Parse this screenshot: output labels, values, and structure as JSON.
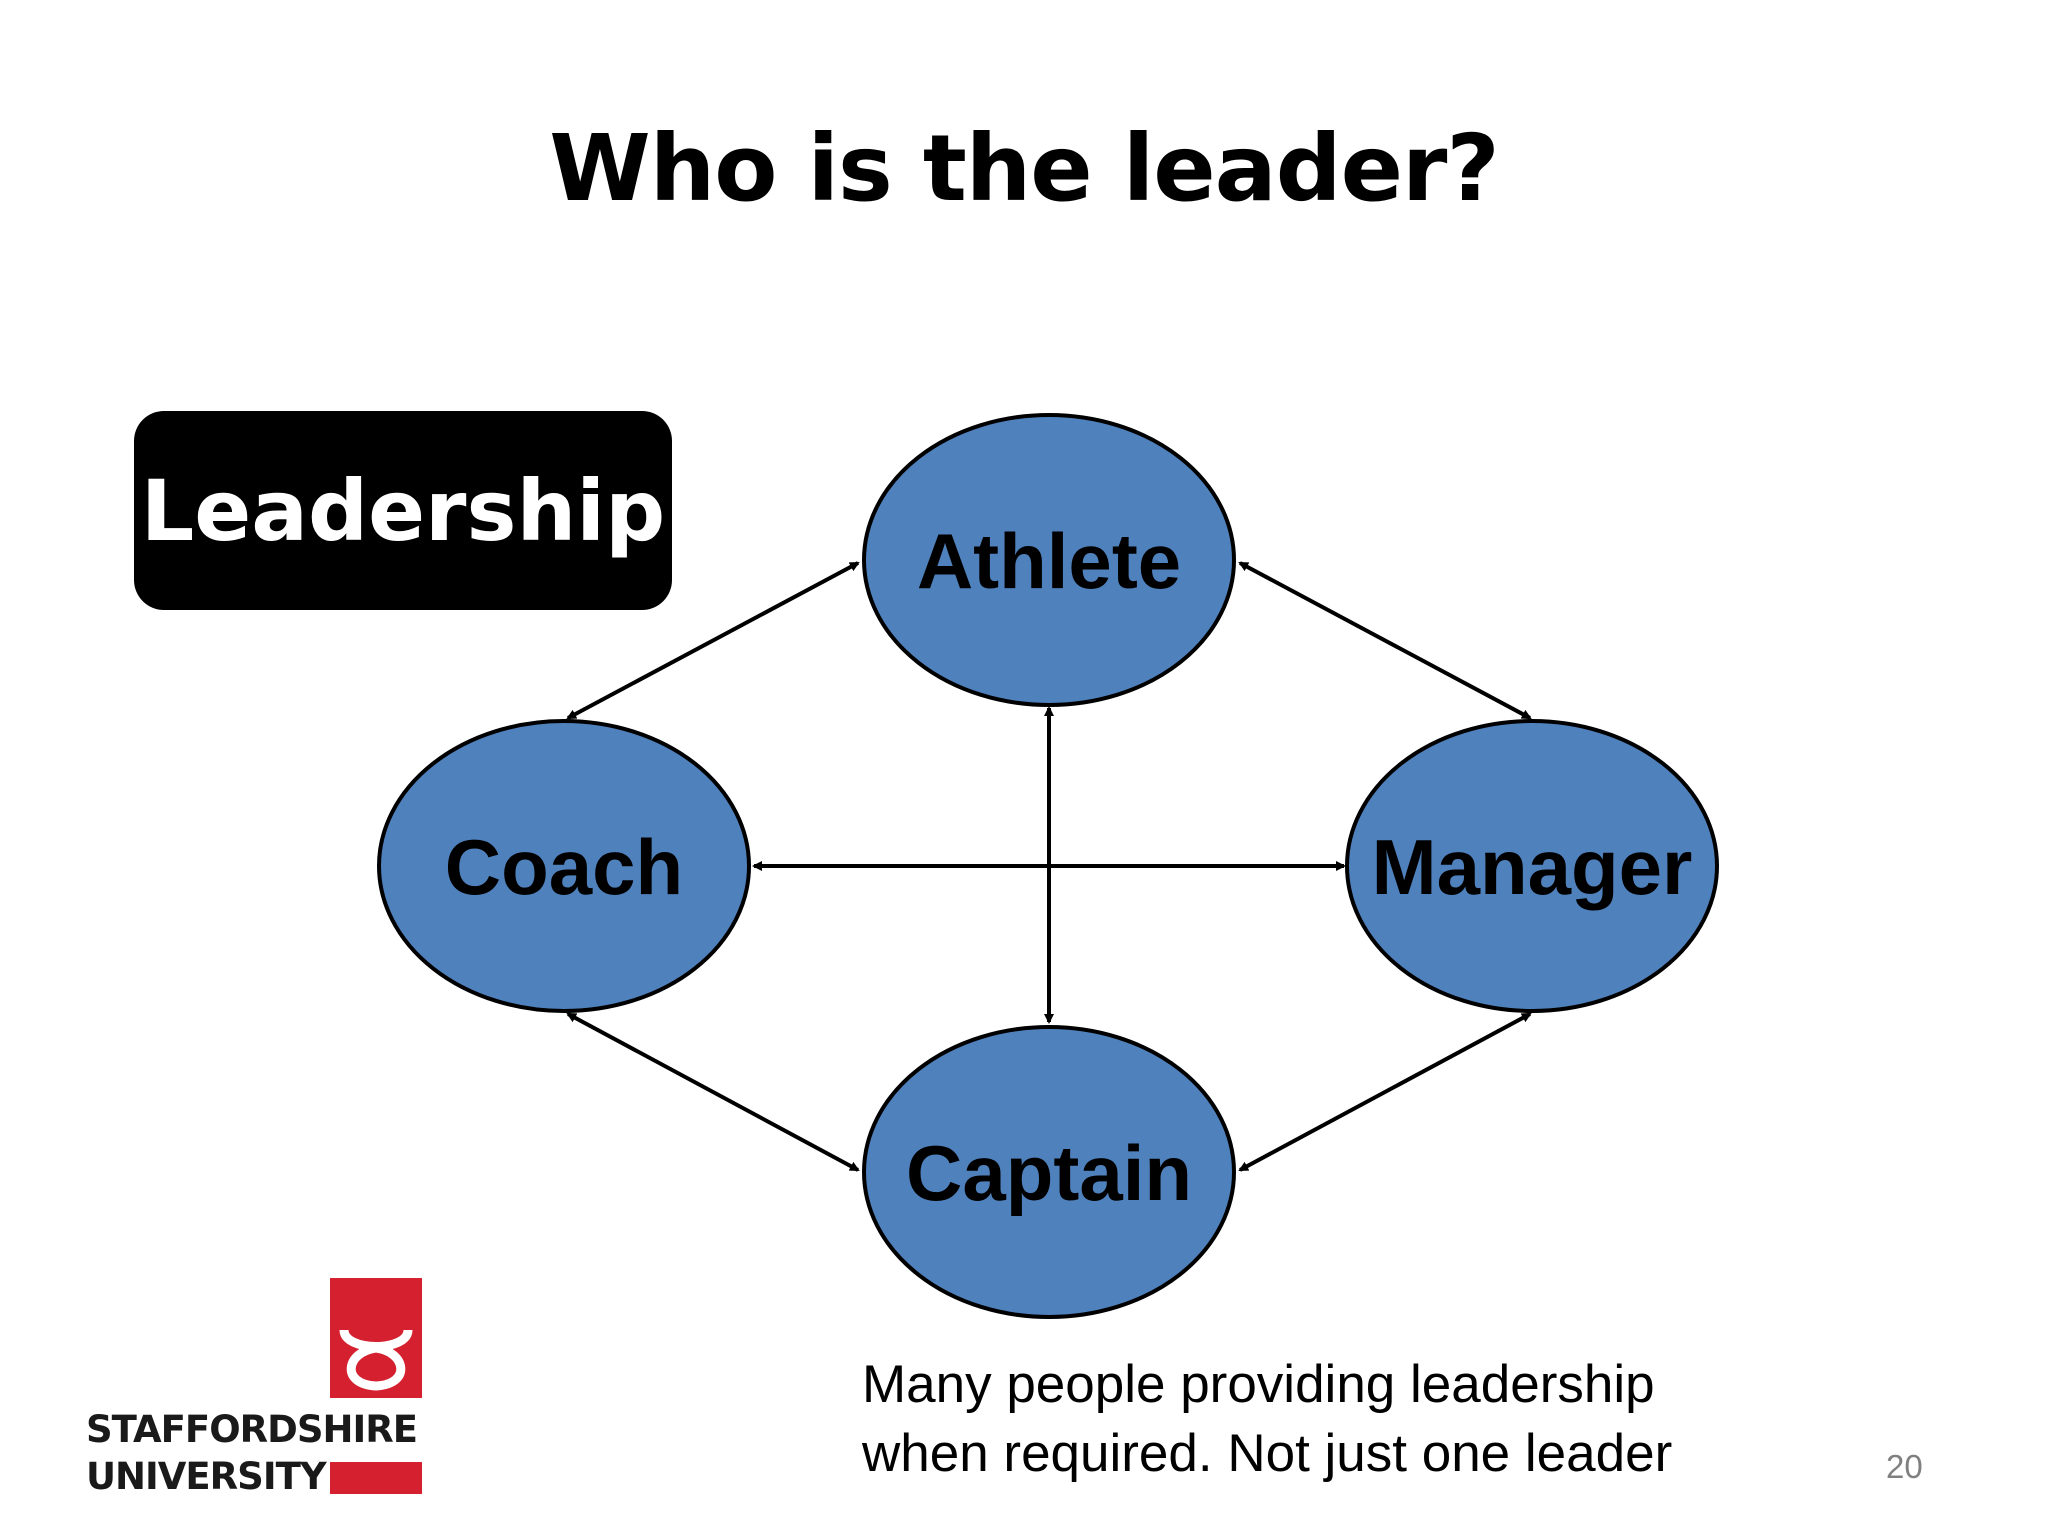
{
  "slide": {
    "title": "Who is the leader?",
    "leadership_label": "Leadership",
    "caption_line1": "Many people providing leadership",
    "caption_line2": "when required. Not just one leader",
    "page_number": "20"
  },
  "diagram": {
    "node_color": "#4f81bd",
    "nodes": {
      "athlete": "Athlete",
      "coach": "Coach",
      "manager": "Manager",
      "captain": "Captain"
    }
  },
  "logo": {
    "line1": "STAFFORDSHIRE",
    "line2": "UNIVERSITY",
    "brand_color": "#d4202f"
  }
}
